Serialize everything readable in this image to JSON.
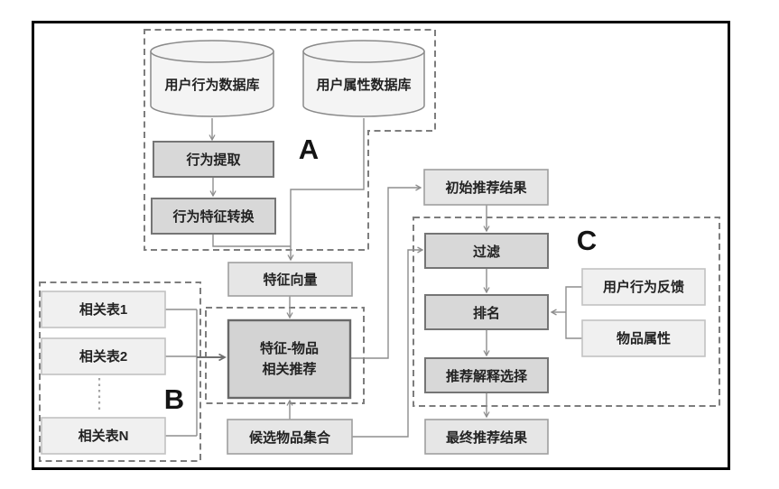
{
  "groups": {
    "a": {
      "label": "A"
    },
    "b": {
      "label": "B"
    },
    "c": {
      "label": "C"
    }
  },
  "nodes": {
    "user_behavior_db": {
      "label": "用户行为数据库",
      "shape": "cylinder"
    },
    "user_attr_db": {
      "label": "用户属性数据库",
      "shape": "cylinder"
    },
    "behavior_extract": {
      "label": "行为提取"
    },
    "behavior_feature_convert": {
      "label": "行为特征转换"
    },
    "feature_vector": {
      "label": "特征向量"
    },
    "related_table_1": {
      "label": "相关表1"
    },
    "related_table_2": {
      "label": "相关表2"
    },
    "related_table_n": {
      "label": "相关表N"
    },
    "feature_item_rec": {
      "line1": "特征-物品",
      "line2": "相关推荐"
    },
    "candidate_items": {
      "label": "候选物品集合"
    },
    "initial_results": {
      "label": "初始推荐结果"
    },
    "filter": {
      "label": "过滤"
    },
    "rank": {
      "label": "排名"
    },
    "explain_select": {
      "label": "推荐解释选择"
    },
    "behavior_feedback": {
      "label": "用户行为反馈"
    },
    "item_attrs": {
      "label": "物品属性"
    },
    "final_results": {
      "label": "最终推荐结果"
    }
  },
  "edges": [
    {
      "from": "用户行为数据库",
      "to": "行为提取"
    },
    {
      "from": "行为提取",
      "to": "行为特征转换"
    },
    {
      "from": "行为特征转换",
      "to": "特征向量"
    },
    {
      "from": "用户属性数据库",
      "to": "特征向量"
    },
    {
      "from": "特征向量",
      "to": "特征-物品相关推荐"
    },
    {
      "from": "相关表1",
      "to": "特征-物品相关推荐"
    },
    {
      "from": "相关表2",
      "to": "特征-物品相关推荐"
    },
    {
      "from": "相关表N",
      "to": "特征-物品相关推荐"
    },
    {
      "from": "候选物品集合",
      "to": "特征-物品相关推荐"
    },
    {
      "from": "特征-物品相关推荐",
      "to": "初始推荐结果"
    },
    {
      "from": "初始推荐结果",
      "to": "过滤"
    },
    {
      "from": "候选物品集合",
      "to": "过滤"
    },
    {
      "from": "过滤",
      "to": "排名"
    },
    {
      "from": "用户行为反馈",
      "to": "排名"
    },
    {
      "from": "物品属性",
      "to": "排名"
    },
    {
      "from": "排名",
      "to": "推荐解释选择"
    },
    {
      "from": "推荐解释选择",
      "to": "最终推荐结果"
    }
  ],
  "colors": {
    "frame_border": "#000000",
    "dashed_group": "#7d7d7d",
    "process_fill": "#d8d8d8",
    "process_border": "#757575",
    "core_fill": "#d3d3d3",
    "mid_fill": "#e6e6e6",
    "light_fill": "#f0f0f0",
    "cylinder_fill": "#f4f4f4",
    "connector": "#8d8d8d",
    "text": "#222222"
  }
}
